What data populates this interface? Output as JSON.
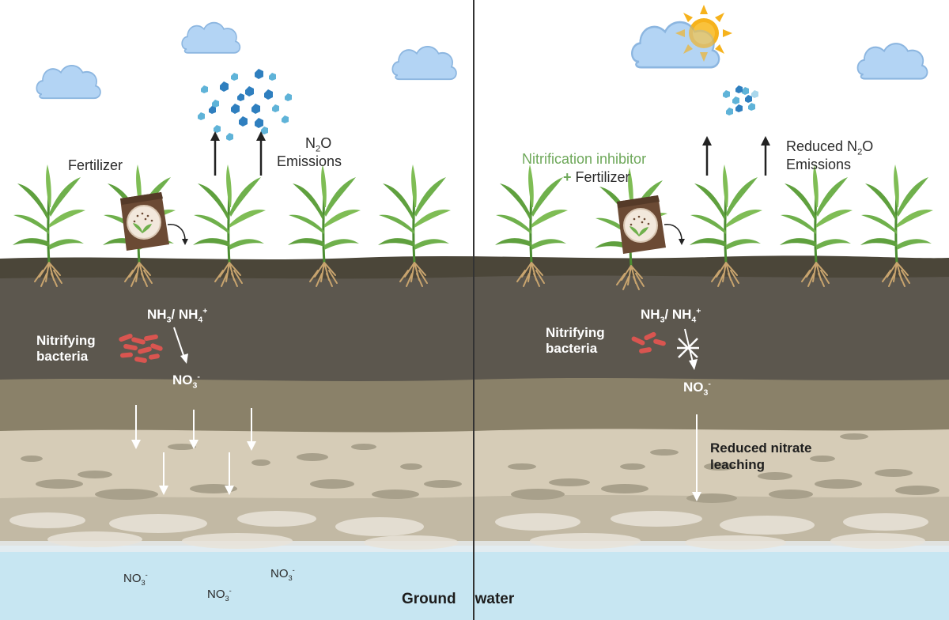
{
  "left_panel": {
    "fertilizer_label": "Fertilizer",
    "n2o_line1": "N",
    "n2o_sub": "2",
    "n2o_o": "O",
    "emissions": "Emissions",
    "nitrifying_line1": "Nitrifying",
    "nitrifying_line2": "bacteria",
    "nh3": "NH",
    "nh3_sub": "3",
    "nh4": "/ NH",
    "nh4_sub": "4",
    "nh4_sup": "+",
    "no3": "NO",
    "no3_sub": "3",
    "no3_sup": "-",
    "water_no3_a": "NO",
    "water_no3_b": "NO",
    "water_no3_c": "NO"
  },
  "right_panel": {
    "inhibitor_line1": "Nitrification inhibitor",
    "inhibitor_plus": "+",
    "inhibitor_line2": "Fertilizer",
    "reduced_line1": "Reduced N",
    "reduced_sub": "2",
    "reduced_o": "O",
    "emissions": "Emissions",
    "nitrifying_line1": "Nitrifying",
    "nitrifying_line2": "bacteria",
    "nh3": "NH",
    "nh3_sub": "3",
    "nh4": "/ NH",
    "nh4_sub": "4",
    "nh4_sup": "+",
    "no3": "NO",
    "no3_sub": "3",
    "no3_sup": "-",
    "leach_line1": "Reduced nitrate",
    "leach_line2": "leaching"
  },
  "groundwater_label_a": "Ground",
  "groundwater_label_b": "water",
  "colors": {
    "sky": "#ffffff",
    "cloud": "#b3d4f4",
    "cloud_stroke": "#8cb6e0",
    "sun": "#f6b21c",
    "topsoil": "#4b4639",
    "soil_mid": "#5c574e",
    "subsoil": "#8a8169",
    "sand": "#d6ccb7",
    "gravel": "#c9c1ad",
    "water": "#c7e6f2",
    "plant": "#6fb04c",
    "root": "#c8a46e",
    "bacteria": "#d95550",
    "molecule": "#2f7fbf",
    "divider": "#333333"
  },
  "icons": [
    "cloud-icon",
    "sun-icon",
    "fertilizer-bag-icon",
    "plant-icon",
    "bacteria-icon",
    "molecule-icon",
    "blocked-icon"
  ]
}
